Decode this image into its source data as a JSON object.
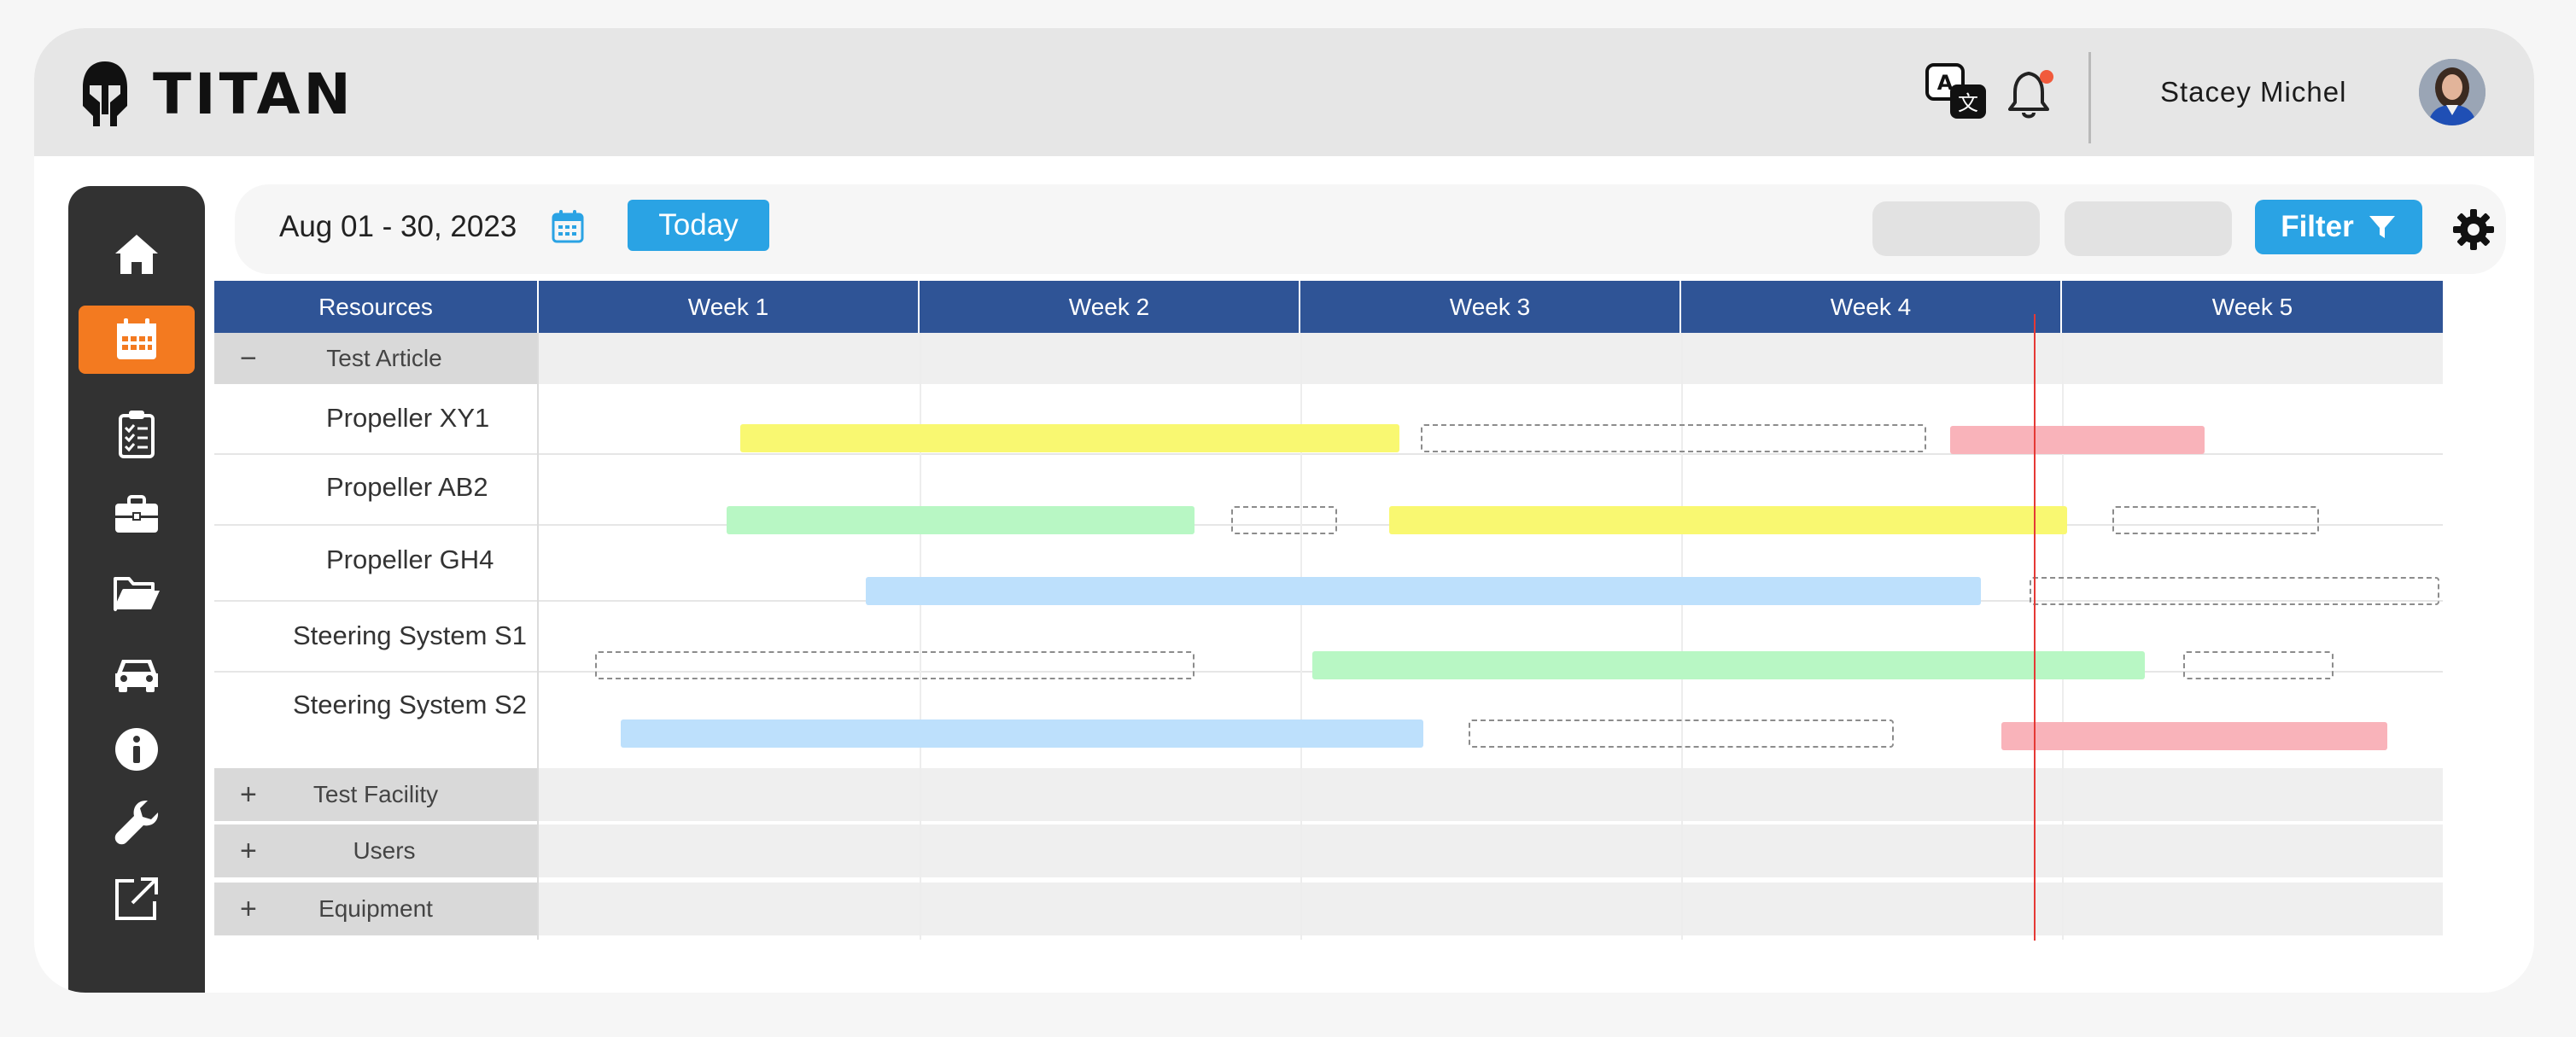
{
  "brand": {
    "name": "TITAN"
  },
  "header": {
    "user_name": "Stacey Michel"
  },
  "toolbar": {
    "date_range": "Aug 01 - 30, 2023",
    "today_label": "Today",
    "filter_label": "Filter"
  },
  "gantt": {
    "resources_header": "Resources",
    "weeks": [
      "Week 1",
      "Week 2",
      "Week 3",
      "Week 4",
      "Week 5"
    ],
    "groups": {
      "test_article": {
        "toggle": "−",
        "label": "Test Article"
      },
      "test_facility": {
        "toggle": "+",
        "label": "Test Facility"
      },
      "users": {
        "toggle": "+",
        "label": "Users"
      },
      "equipment": {
        "toggle": "+",
        "label": "Equipment"
      }
    },
    "items": [
      "Propeller XY1",
      "Propeller AB2",
      "Propeller GH4",
      "Steering System S1",
      "Steering System S2"
    ]
  },
  "colors": {
    "header_bar": "#2f5496",
    "accent_blue": "#2aa3e4",
    "active_nav": "#f37a20",
    "bar_yellow": "#f9f871",
    "bar_green": "#b8f7c4",
    "bar_blue": "#bde0fc",
    "bar_red": "#f9b3ba",
    "today_line": "#e53935"
  }
}
